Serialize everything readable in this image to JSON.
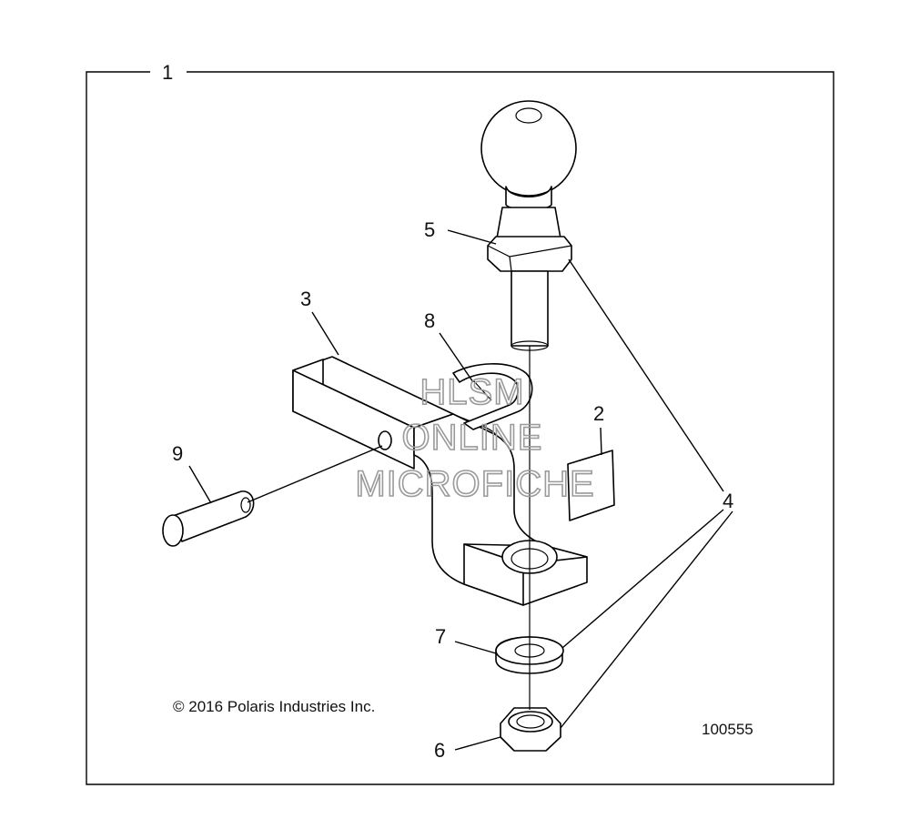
{
  "callouts": {
    "c1": "1",
    "c2": "2",
    "c3": "3",
    "c4": "4",
    "c5": "5",
    "c6": "6",
    "c7": "7",
    "c8": "8",
    "c9": "9"
  },
  "copyright": "© 2016 Polaris Industries Inc.",
  "figure_number": "100555",
  "watermark": {
    "line1": "HLSM",
    "line2": "ONLINE",
    "line3": "MICROFICHE",
    "color": "#9a9a9a"
  },
  "colors": {
    "stroke": "#000000",
    "background": "#ffffff"
  }
}
